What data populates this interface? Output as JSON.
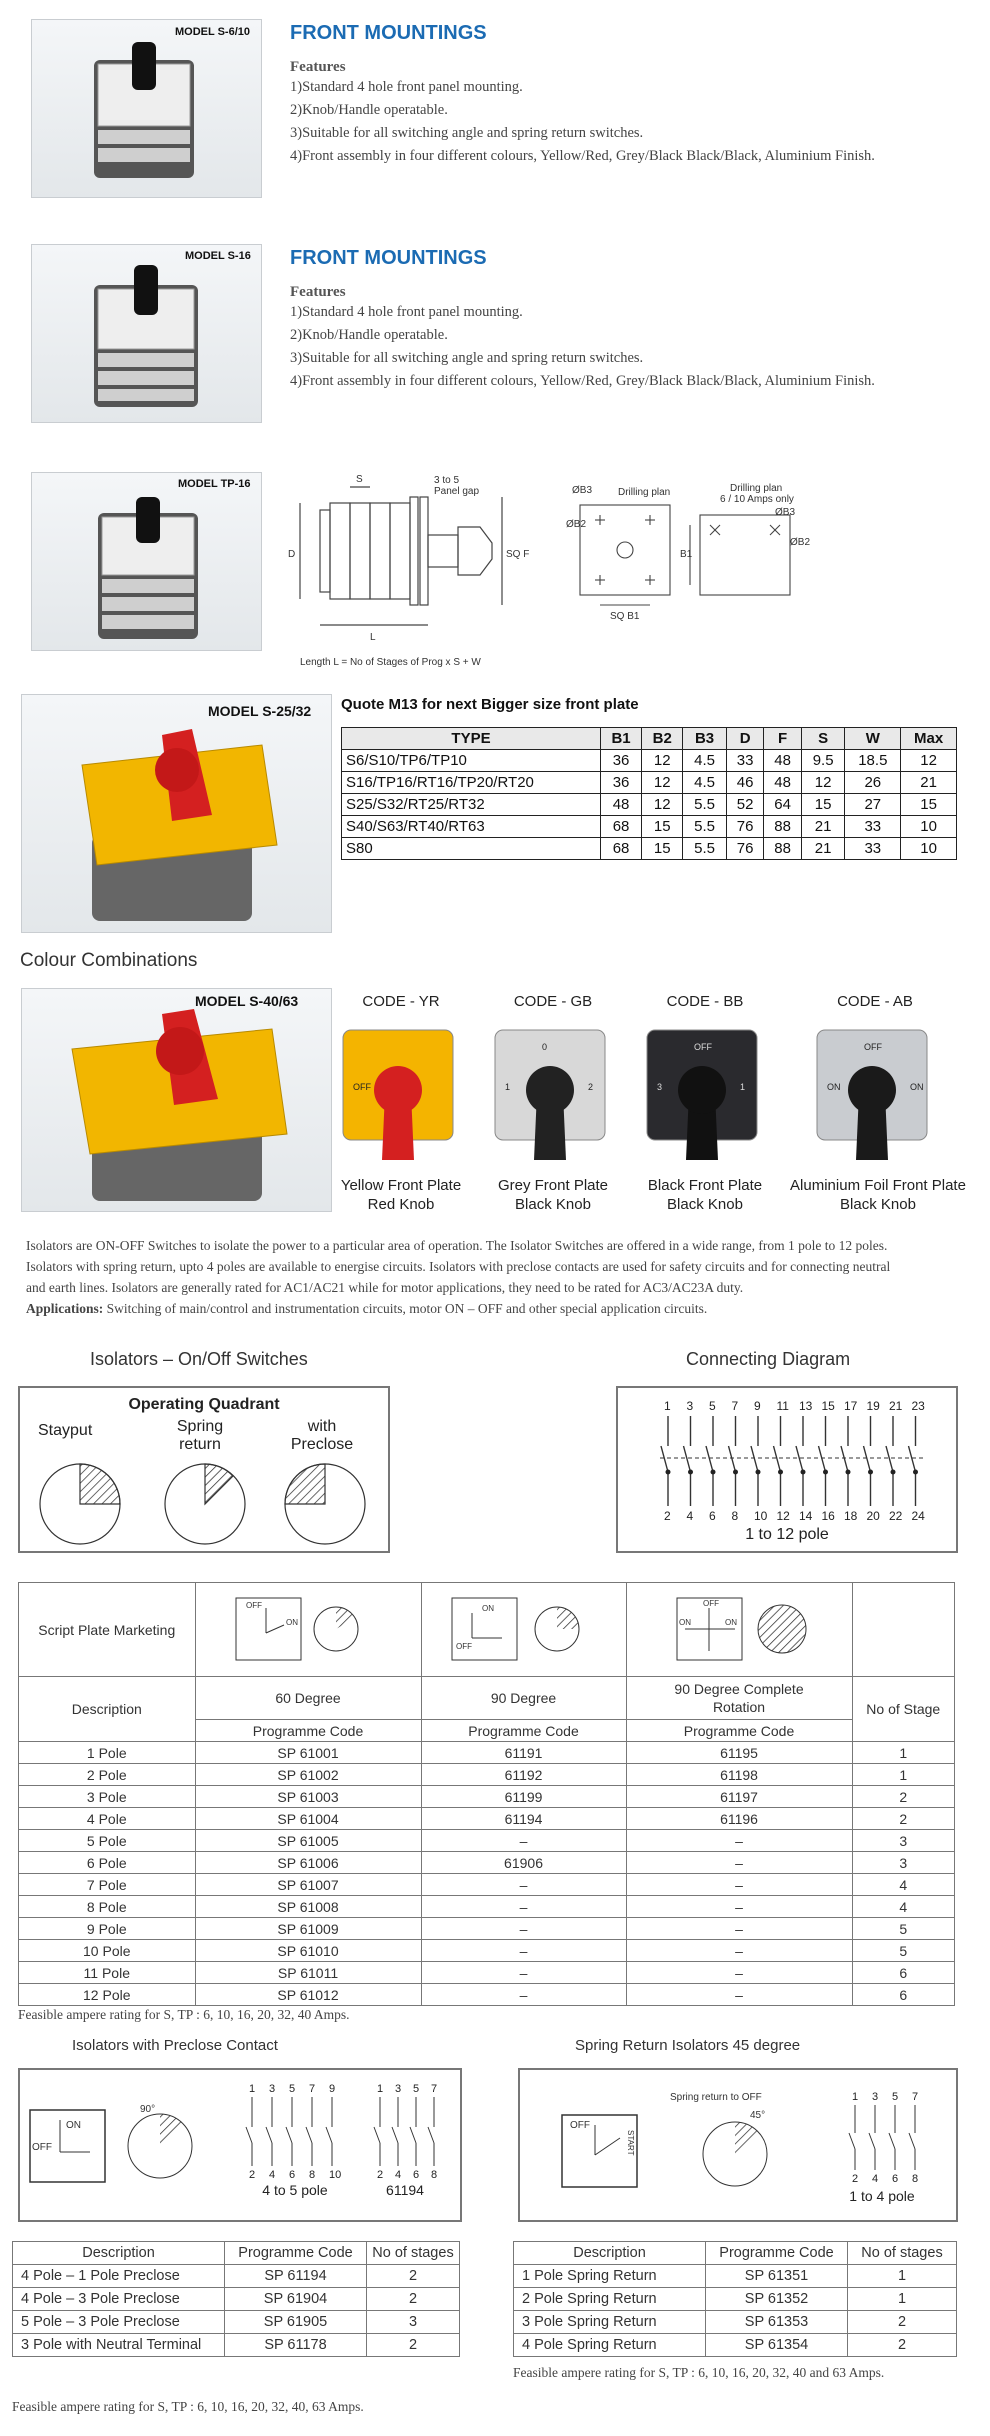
{
  "products": [
    {
      "model": "MODEL S-6/10",
      "title": "FRONT MOUNTINGS",
      "features_heading": "Features",
      "features": [
        "1)Standard 4 hole front panel mounting.",
        "2)Knob/Handle operatable.",
        "3)Suitable for all switching angle and spring return switches.",
        "4)Front assembly in four different colours, Yellow/Red, Grey/Black Black/Black, Aluminium Finish."
      ]
    },
    {
      "model": "MODEL S-16",
      "title": "FRONT MOUNTINGS",
      "features_heading": "Features",
      "features": [
        "1)Standard 4 hole front panel mounting.",
        "2)Knob/Handle operatable.",
        "3)Suitable for all switching angle and spring return switches.",
        "4)Front assembly in four different colours, Yellow/Red, Grey/Black Black/Black, Aluminium Finish."
      ]
    }
  ],
  "tp16": {
    "model": "MODEL TP-16",
    "labels": {
      "s": "S",
      "gap": "3 to 5",
      "gap2": "Panel gap",
      "d": "D",
      "sqf": "SQ F",
      "l": "L",
      "drill": "Drilling plan",
      "drill2": "Drilling plan",
      "drill2b": "6 / 10 Amps only",
      "ob3": "ØB3",
      "ob2": "ØB2",
      "ob3b": "ØB3",
      "ob2b": "ØB2",
      "b1": "B1",
      "sqb1": "SQ B1"
    },
    "caption": "Length L = No of Stages of Prog x S + W"
  },
  "dims": {
    "model": "MODEL S-25/32",
    "quote": "Quote M13 for next Bigger size front plate",
    "headers": [
      "TYPE",
      "B1",
      "B2",
      "B3",
      "D",
      "F",
      "S",
      "W",
      "Max"
    ],
    "rows": [
      [
        "S6/S10/TP6/TP10",
        "36",
        "12",
        "4.5",
        "33",
        "48",
        "9.5",
        "18.5",
        "12"
      ],
      [
        "S16/TP16/RT16/TP20/RT20",
        "36",
        "12",
        "4.5",
        "46",
        "48",
        "12",
        "26",
        "21"
      ],
      [
        "S25/S32/RT25/RT32",
        "48",
        "12",
        "5.5",
        "52",
        "64",
        "15",
        "27",
        "15"
      ],
      [
        "S40/S63/RT40/RT63",
        "68",
        "15",
        "5.5",
        "76",
        "88",
        "21",
        "33",
        "10"
      ],
      [
        "S80",
        "68",
        "15",
        "5.5",
        "76",
        "88",
        "21",
        "33",
        "10"
      ]
    ]
  },
  "colour": {
    "heading": "Colour Combinations",
    "model": "MODEL S-40/63",
    "codes": [
      {
        "code": "CODE - YR",
        "cap1": "Yellow Front Plate",
        "cap2": "Red Knob",
        "plate": "#f4b400",
        "knob": "#d42020",
        "l": "OFF",
        "r": "",
        "t": ""
      },
      {
        "code": "CODE - GB",
        "cap1": "Grey Front Plate",
        "cap2": "Black Knob",
        "plate": "#d8d8d8",
        "knob": "#222222",
        "l": "1",
        "r": "2",
        "t": "0"
      },
      {
        "code": "CODE - BB",
        "cap1": "Black Front Plate",
        "cap2": "Black Knob",
        "plate": "#2a2a2e",
        "knob": "#111111",
        "l": "3",
        "r": "1",
        "t": "OFF"
      },
      {
        "code": "CODE - AB",
        "cap1": "Aluminium Foil Front Plate",
        "cap2": "Black Knob",
        "plate": "#c9ccd0",
        "knob": "#1a1a1a",
        "l": "ON",
        "r": "ON",
        "t": "OFF"
      }
    ]
  },
  "intro": {
    "lines": [
      "Isolators are ON-OFF Switches to isolate the power to a particular area of operation. The Isolator Switches are offered in a wide range, from 1 pole to 12 poles.",
      "Isolators with spring return, upto 4 poles are available to energise circuits. Isolators with preclose contacts are used for safety circuits and for connecting neutral",
      "and earth lines. Isolators are generally rated for AC1/AC21 while for motor applications, they need to be rated for AC3/AC23A duty."
    ],
    "app_label": "Applications:",
    "app_text": " Switching of main/control and instrumentation circuits, motor ON – OFF and other special application circuits."
  },
  "isolators": {
    "title": "Isolators – On/Off Switches",
    "quadrant_title": "Operating Quadrant",
    "q1": "Stayput",
    "q2a": "Spring",
    "q2b": "return",
    "q3a": "with",
    "q3b": "Preclose",
    "diagram_title": "Connecting Diagram",
    "top_nums": [
      "1",
      "3",
      "5",
      "7",
      "9",
      "11",
      "13",
      "15",
      "17",
      "19",
      "21",
      "23"
    ],
    "bot_nums": [
      "2",
      "4",
      "6",
      "8",
      "10",
      "12",
      "14",
      "16",
      "18",
      "20",
      "22",
      "24"
    ],
    "diagram_caption": "1 to 12 pole"
  },
  "prog": {
    "script_label": "Script Plate Marketing",
    "desc": "Description",
    "d60": "60 Degree",
    "d90": "90 Degree",
    "d90c1": "90 Degree Complete",
    "d90c2": "Rotation",
    "stage": "No of Stage",
    "pc": "Programme Code",
    "icons": {
      "off": "OFF",
      "on": "ON",
      "off2": "OFF",
      "on2": "ON",
      "on3": "ON",
      "off3": "OFF",
      "on4": "ON"
    },
    "rows": [
      [
        "1 Pole",
        "SP 61001",
        "61191",
        "61195",
        "1"
      ],
      [
        "2 Pole",
        "SP 61002",
        "61192",
        "61198",
        "1"
      ],
      [
        "3 Pole",
        "SP 61003",
        "61199",
        "61197",
        "2"
      ],
      [
        "4 Pole",
        "SP 61004",
        "61194",
        "61196",
        "2"
      ],
      [
        "5 Pole",
        "SP 61005",
        "–",
        "–",
        "3"
      ],
      [
        "6 Pole",
        "SP 61006",
        "61906",
        "–",
        "3"
      ],
      [
        "7 Pole",
        "SP 61007",
        "–",
        "–",
        "4"
      ],
      [
        "8 Pole",
        "SP 61008",
        "–",
        "–",
        "4"
      ],
      [
        "9 Pole",
        "SP 61009",
        "–",
        "–",
        "5"
      ],
      [
        "10 Pole",
        "SP 61010",
        "–",
        "–",
        "5"
      ],
      [
        "11 Pole",
        "SP 61011",
        "–",
        "–",
        "6"
      ],
      [
        "12 Pole",
        "SP 61012",
        "–",
        "–",
        "6"
      ]
    ],
    "note": "Feasible ampere rating for S, TP : 6, 10, 16, 20, 32, 40 Amps."
  },
  "preclose": {
    "title": "Isolators with Preclose Contact",
    "on": "ON",
    "off": "OFF",
    "deg": "90°",
    "nums1t": [
      "1",
      "3",
      "5",
      "7",
      "9"
    ],
    "nums1b": [
      "2",
      "4",
      "6",
      "8",
      "10"
    ],
    "nums2t": [
      "1",
      "3",
      "5",
      "7"
    ],
    "nums2b": [
      "2",
      "4",
      "6",
      "8"
    ],
    "cap1": "4 to 5 pole",
    "cap2": "61194",
    "headers": [
      "Description",
      "Programme Code",
      "No of stages"
    ],
    "rows": [
      [
        "4 Pole – 1 Pole Preclose",
        "SP 61194",
        "2"
      ],
      [
        "4 Pole – 3 Pole Preclose",
        "SP 61904",
        "2"
      ],
      [
        "5 Pole – 3 Pole Preclose",
        "SP 61905",
        "3"
      ],
      [
        "3 Pole with Neutral Terminal",
        "SP 61178",
        "2"
      ]
    ],
    "note": "Feasible ampere rating for S, TP : 6, 10, 16, 20, 32, 40, 63 Amps."
  },
  "spring": {
    "title": "Spring Return Isolators 45 degree",
    "label": "Spring return to OFF",
    "off": "OFF",
    "start": "START",
    "deg": "45°",
    "nums_t": [
      "1",
      "3",
      "5",
      "7"
    ],
    "nums_b": [
      "2",
      "4",
      "6",
      "8"
    ],
    "cap": "1 to 4 pole",
    "headers": [
      "Description",
      "Programme Code",
      "No of stages"
    ],
    "rows": [
      [
        "1 Pole Spring Return",
        "SP 61351",
        "1"
      ],
      [
        "2 Pole Spring Return",
        "SP 61352",
        "1"
      ],
      [
        "3 Pole Spring Return",
        "SP 61353",
        "2"
      ],
      [
        "4 Pole Spring Return",
        "SP 61354",
        "2"
      ]
    ],
    "note": "Feasible ampere rating for S, TP : 6, 10, 16, 20, 32, 40 and 63 Amps."
  }
}
